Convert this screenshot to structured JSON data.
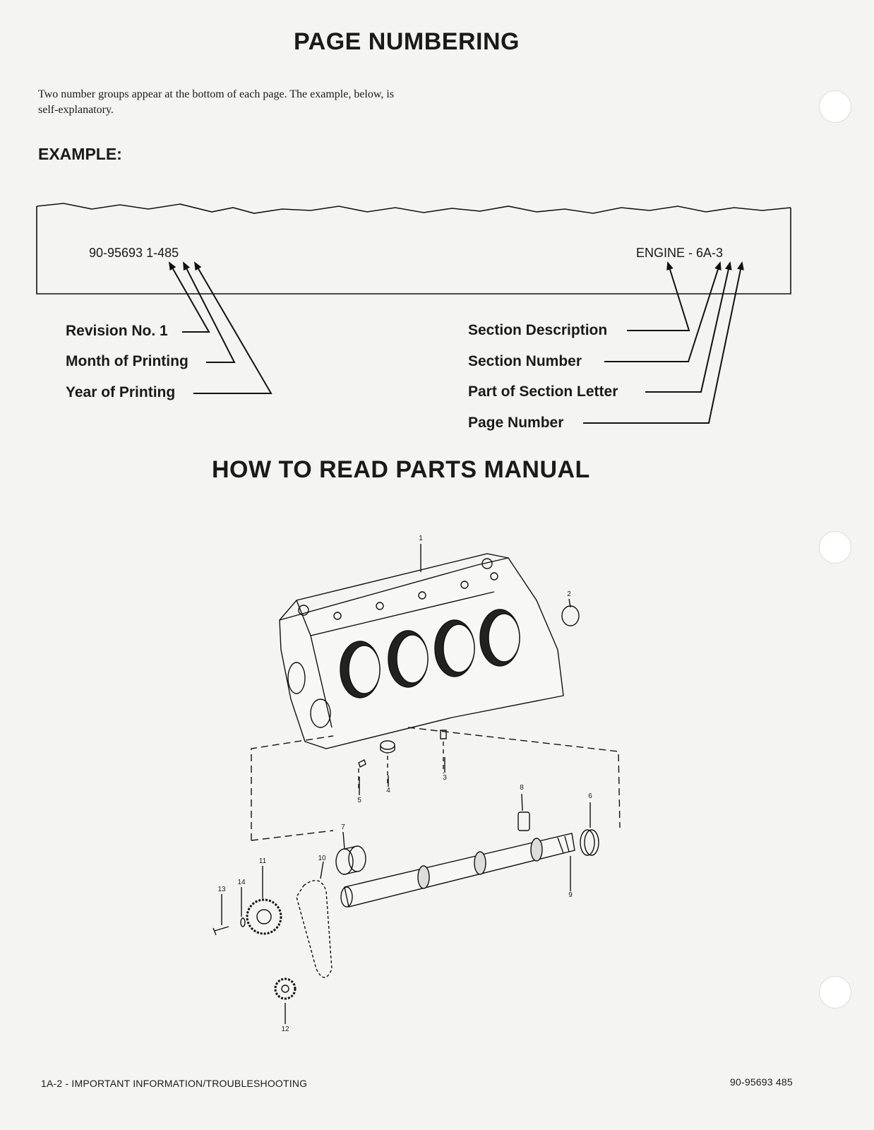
{
  "page": {
    "title": "PAGE NUMBERING",
    "intro": "Two number groups appear at the bottom of each page. The example, below, is self-explanatory.",
    "example_heading": "EXAMPLE:"
  },
  "example": {
    "left_code": "90-95693 1-485",
    "right_code": "ENGINE - 6A-3",
    "left_labels": [
      "Revision No. 1",
      "Month of Printing",
      "Year of Printing"
    ],
    "right_labels": [
      "Section Description",
      "Section Number",
      "Part of Section Letter",
      "Page Number"
    ]
  },
  "parts": {
    "heading": "HOW TO READ PARTS MANUAL",
    "callouts": [
      "1",
      "2",
      "3",
      "4",
      "5",
      "6",
      "7",
      "8",
      "9",
      "10",
      "11",
      "12",
      "13",
      "14"
    ]
  },
  "footer": {
    "left": "1A-2 - IMPORTANT INFORMATION/TROUBLESHOOTING",
    "right": "90-95693 485"
  }
}
